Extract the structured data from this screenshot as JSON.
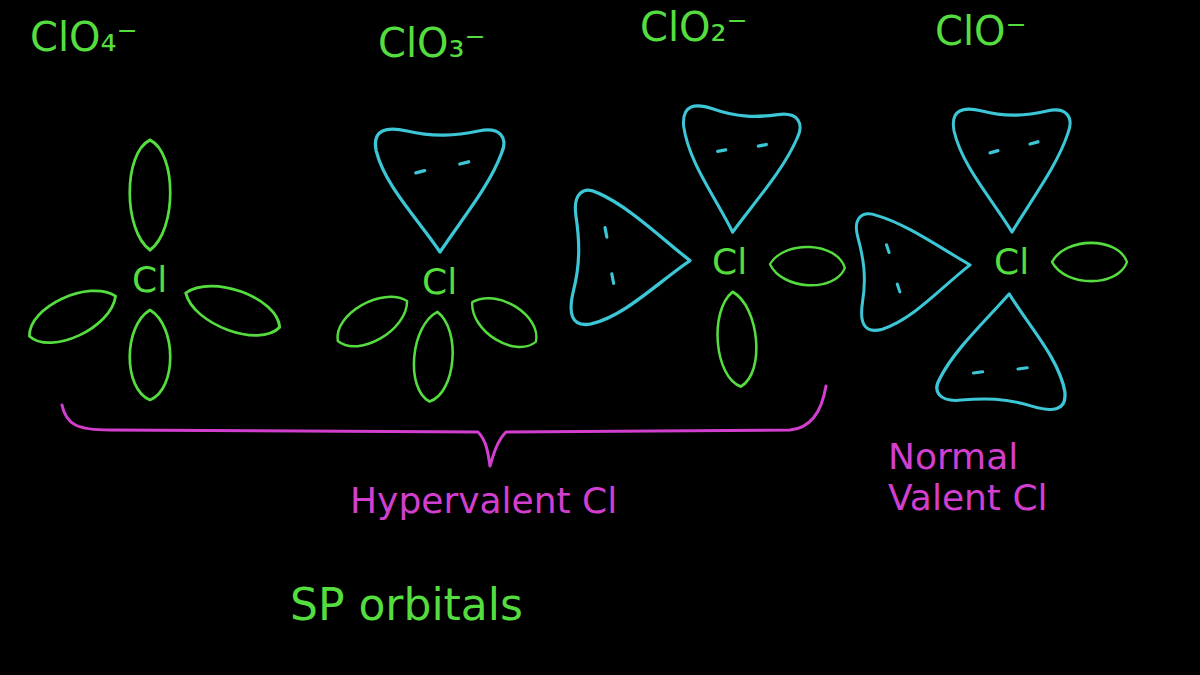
{
  "diagram": {
    "labels": [
      "ClO₄⁻",
      "ClO₃⁻",
      "ClO₂⁻",
      "ClO⁻",
      "Cl",
      "Cl",
      "Cl",
      "Cl",
      "Hypervalent Cl",
      "Normal Valent Cl",
      "SP orbitals"
    ]
  }
}
